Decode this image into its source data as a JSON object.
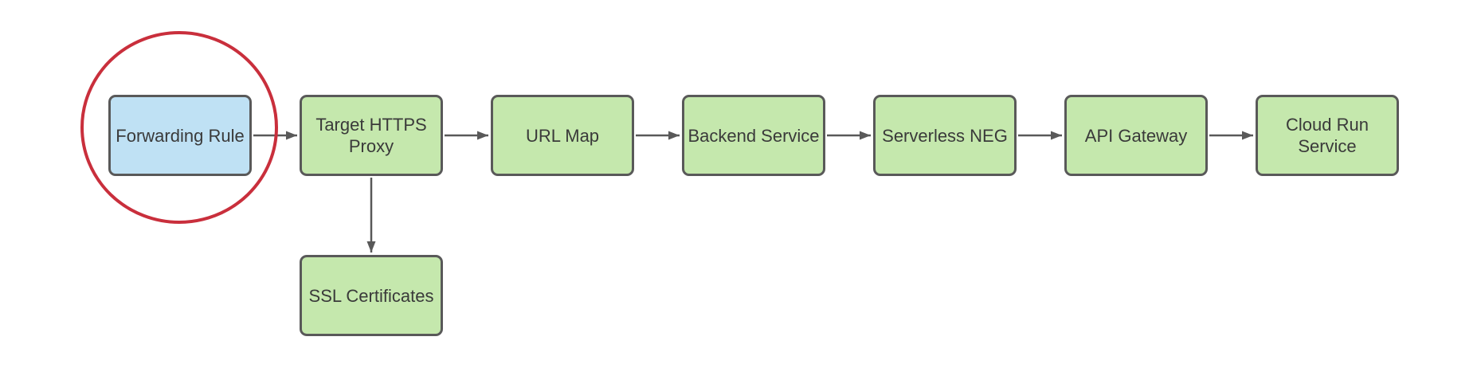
{
  "diagram": {
    "nodes": [
      {
        "id": "forwarding-rule",
        "label": "Forwarding Rule",
        "fill": "blue",
        "highlighted": true
      },
      {
        "id": "target-https-proxy",
        "label": "Target HTTPS\nProxy",
        "fill": "green",
        "highlighted": false
      },
      {
        "id": "url-map",
        "label": "URL Map",
        "fill": "green",
        "highlighted": false
      },
      {
        "id": "backend-service",
        "label": "Backend Service",
        "fill": "green",
        "highlighted": false
      },
      {
        "id": "serverless-neg",
        "label": "Serverless NEG",
        "fill": "green",
        "highlighted": false
      },
      {
        "id": "api-gateway",
        "label": "API Gateway",
        "fill": "green",
        "highlighted": false
      },
      {
        "id": "cloud-run-service",
        "label": "Cloud Run\nService",
        "fill": "green",
        "highlighted": false
      },
      {
        "id": "ssl-certificates",
        "label": "SSL Certificates",
        "fill": "green",
        "highlighted": false
      }
    ],
    "edges": [
      {
        "from": "forwarding-rule",
        "to": "target-https-proxy"
      },
      {
        "from": "target-https-proxy",
        "to": "url-map"
      },
      {
        "from": "url-map",
        "to": "backend-service"
      },
      {
        "from": "backend-service",
        "to": "serverless-neg"
      },
      {
        "from": "serverless-neg",
        "to": "api-gateway"
      },
      {
        "from": "api-gateway",
        "to": "cloud-run-service"
      },
      {
        "from": "target-https-proxy",
        "to": "ssl-certificates"
      }
    ],
    "annotations": [
      {
        "type": "ellipse",
        "around": "forwarding-rule",
        "color": "#c92f3c"
      }
    ],
    "colors": {
      "node_green": "#c5e8ad",
      "node_blue": "#bfe1f4",
      "stroke_gray": "#595959",
      "text_color": "#3a3a3a",
      "highlight_red": "#c92f3c",
      "background": "#ffffff"
    }
  }
}
